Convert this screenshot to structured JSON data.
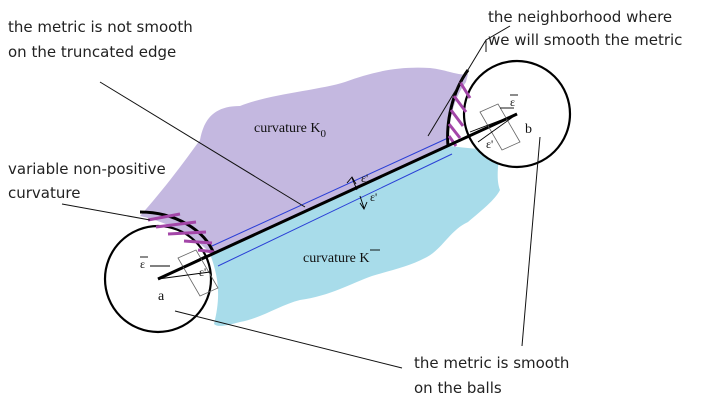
{
  "annotations": {
    "not_smooth_1": "the metric is not smooth",
    "not_smooth_2": "on the truncated edge",
    "neighborhood_1": "the neighborhood where",
    "neighborhood_2": "we will smooth the metric",
    "variable_1": "variable non-positive",
    "variable_2": "curvature",
    "smooth_balls_1": "the metric is smooth",
    "smooth_balls_2": "on the balls"
  },
  "labels": {
    "curvature_k0": "curvature K",
    "k0_subscript": "0",
    "curvature_kbar": "curvature K",
    "point_a": "a",
    "point_b": "b",
    "eps_prime": "ε'",
    "eps": "ε",
    "eps_bar_mark": "¯"
  },
  "colors": {
    "upper_region": "#c4b8e0",
    "lower_region": "#a8dcea",
    "hatch": "#a346a8",
    "band_lines": "#2a3fd6"
  }
}
